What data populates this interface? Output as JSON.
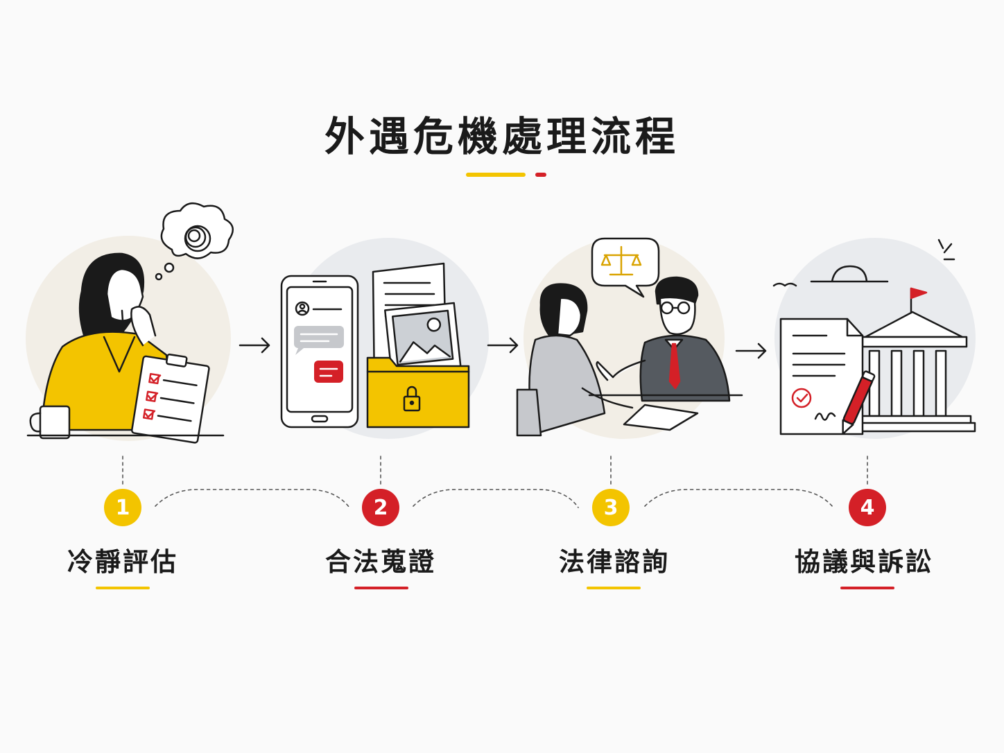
{
  "title": "外遇危機處理流程",
  "colors": {
    "yellow": "#f3c400",
    "red": "#d42027",
    "ink": "#1a1a1a"
  },
  "steps": [
    {
      "number": "1",
      "label": "冷靜評估",
      "color": "#f3c400"
    },
    {
      "number": "2",
      "label": "合法蒐證",
      "color": "#d42027"
    },
    {
      "number": "3",
      "label": "法律諮詢",
      "color": "#f3c400"
    },
    {
      "number": "4",
      "label": "協議與訴訟",
      "color": "#d42027"
    }
  ],
  "icons": [
    "thinking-woman-icon",
    "phone-evidence-icon",
    "lawyer-consultation-icon",
    "court-document-icon",
    "right-arrow-icon"
  ]
}
